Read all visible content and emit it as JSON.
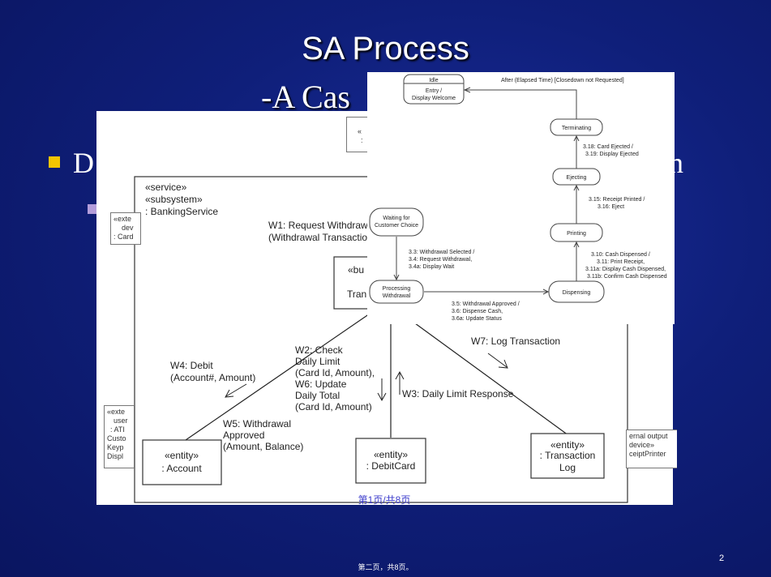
{
  "slide": {
    "title_line1": "SA Process",
    "title_line2": "-A Cas",
    "bullet_left": "D",
    "bullet_right": "n",
    "page_number": "2",
    "footer": "第二页，共8页。"
  },
  "collab_diagram": {
    "subsystem_stereo1": "«service»",
    "subsystem_stereo2": "«subsystem»",
    "subsystem_name": ": BankingService",
    "w1_line1": "W1: Request Withdraw",
    "w1_line2": "(Withdrawal Transactio",
    "bus_line1": "«bu",
    "bus_line2": ":",
    "bus_line3": "Tran",
    "w2_lines": [
      "W2: Check",
      "Daily Limit",
      "(Card Id, Amount),",
      "W6: Update",
      "Daily Total",
      "(Card Id, Amount)"
    ],
    "w4_lines": [
      "W4: Debit",
      "(Account#, Amount)"
    ],
    "w5_lines": [
      "W5: Withdrawal",
      "Approved",
      "(Amount, Balance)"
    ],
    "w3": "W3: Daily Limit Response",
    "w7": "W7: Log Transaction",
    "account_stereo": "«entity»",
    "account_name": ": Account",
    "debit_stereo": "«entity»",
    "debit_name": ": DebitCard",
    "txlog_stereo": "«entity»",
    "txlog_name1": ": Transaction",
    "txlog_name2": "Log",
    "page_label": "第1页/共8页",
    "left_box_top": [
      "«exte",
      "dev",
      ": Card"
    ],
    "left_box_bottom": [
      "«exte",
      "user",
      ": ATI",
      "Custo",
      "Keyp",
      "Displ"
    ],
    "right_box_bottom": [
      "ernal output",
      "device»",
      "ceiptPrinter"
    ],
    "top_box": [
      "«",
      ":"
    ]
  },
  "statechart": {
    "idle_title": "Idle",
    "idle_body1": "Entry /",
    "idle_body2": "Display Welcome",
    "idle_transition": "After (Elapsed Time) [Closedown not Requested]",
    "terminating": "Terminating",
    "t_318": "3.18: Card Ejected /",
    "t_319": "3.19: Display Ejected",
    "ejecting": "Ejecting",
    "t_315": "3.15: Receipt Printed /",
    "t_316": "3.16: Eject",
    "printing": "Printing",
    "t_310": "3.10: Cash Dispensed /",
    "t_311": "3.11: Print Receipt,",
    "t_311a": "3.11a: Display Cash Dispensed,",
    "t_311b": "3.11b: Confirm Cash Dispensed",
    "dispensing": "Dispensing",
    "waiting1": "Waiting for",
    "waiting2": "Customer Choice",
    "t_33": "3.3: Withdrawal Selected /",
    "t_34": "3.4: Request Withdrawal,",
    "t_34a": "3.4a: Display Wait",
    "processing1": "Processing",
    "processing2": "Withdrawal",
    "t_35": "3.5: Withdrawal Approved /",
    "t_36": "3.6: Dispense Cash,",
    "t_36a": "3.6a: Update Status"
  }
}
